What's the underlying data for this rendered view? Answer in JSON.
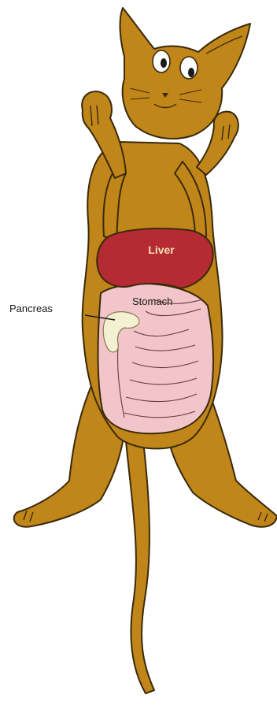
{
  "labels": {
    "liver": "Liver",
    "stomach": "Stomach",
    "pancreas": "Pancreas"
  },
  "colors": {
    "fur": "#C0861A",
    "outline": "#3a2a0a",
    "liver": "#B52A33",
    "stomach": "#F1C5C9",
    "pancreas": "#F4F0D2",
    "liver_text": "#F3E4B0",
    "label_text": "#1a1a1a"
  },
  "icons": {
    "figure": "cat-anatomy-illustration"
  }
}
